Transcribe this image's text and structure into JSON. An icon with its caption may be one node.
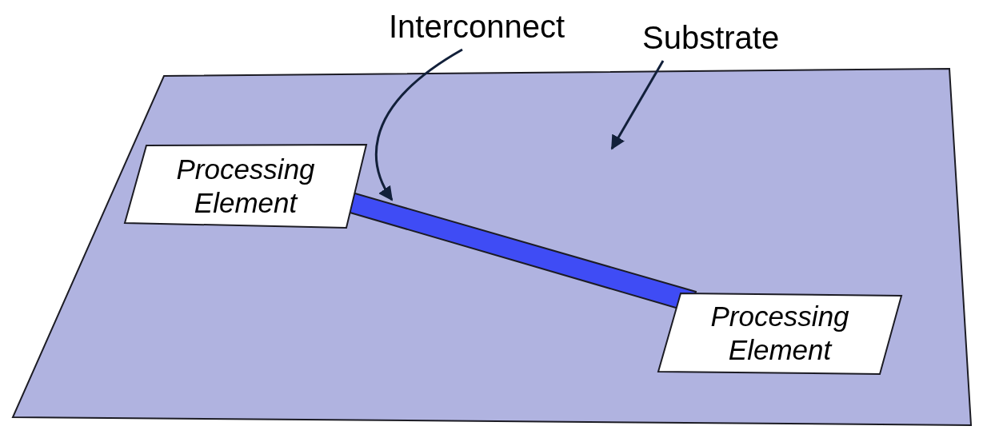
{
  "diagram": {
    "nodes": [
      {
        "text": [
          "Interconnect"
        ]
      },
      {
        "text": [
          "Substrate"
        ]
      },
      {
        "text": [],
        "shape": "parallelogram"
      },
      {
        "text": [
          "Processing Element"
        ],
        "in": 2
      },
      {
        "text": [
          "Processing Element"
        ],
        "in": 2
      },
      {
        "text": [],
        "shape": "bar",
        "in": 2
      }
    ],
    "edges": [
      {
        "from": 0,
        "to": 5,
        "arrow": "to"
      },
      {
        "from": 1,
        "to": 2,
        "arrow": "to"
      }
    ]
  }
}
